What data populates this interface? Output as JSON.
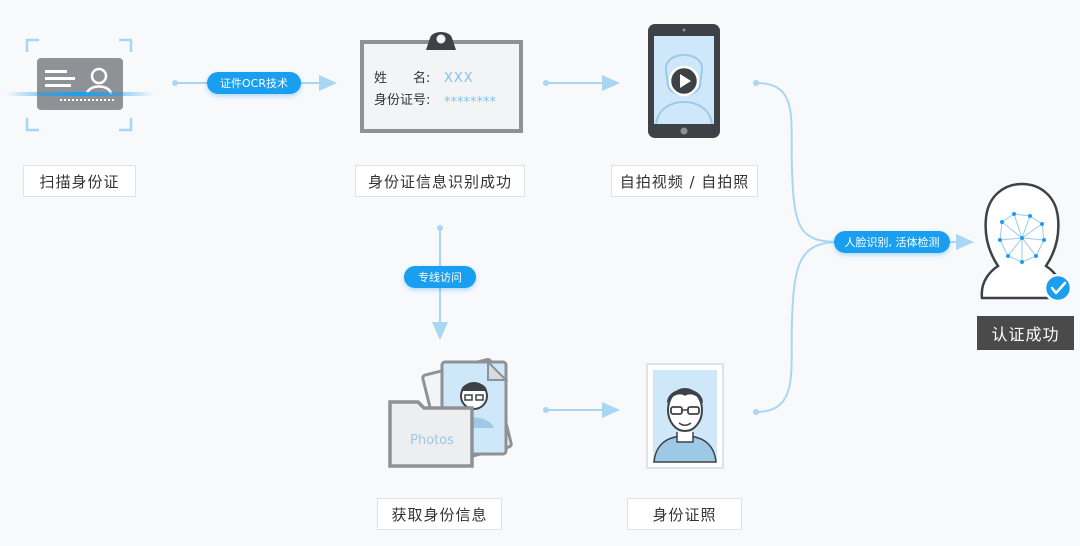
{
  "steps": {
    "scan_id": "扫描身份证",
    "id_recognized": "身份证信息识别成功",
    "selfie": "自拍视频 / 自拍照",
    "fetch_id_info": "获取身份信息",
    "id_photo": "身份证照",
    "auth_success": "认证成功"
  },
  "connectors": {
    "ocr": "证件OCR技术",
    "dedicated_line": "专线访问",
    "face_liveness": "人脸识别, 活体检测"
  },
  "id_card": {
    "name_label": "姓　　名:",
    "name_value": "XXX",
    "id_label": "身份证号:",
    "id_value": "********"
  },
  "folder": {
    "label": "Photos"
  },
  "colors": {
    "accent": "#1a9ff0",
    "connector_line": "#a9d6f2",
    "icon_gray": "#8e9296",
    "icon_blue": "#cfe8f9"
  }
}
